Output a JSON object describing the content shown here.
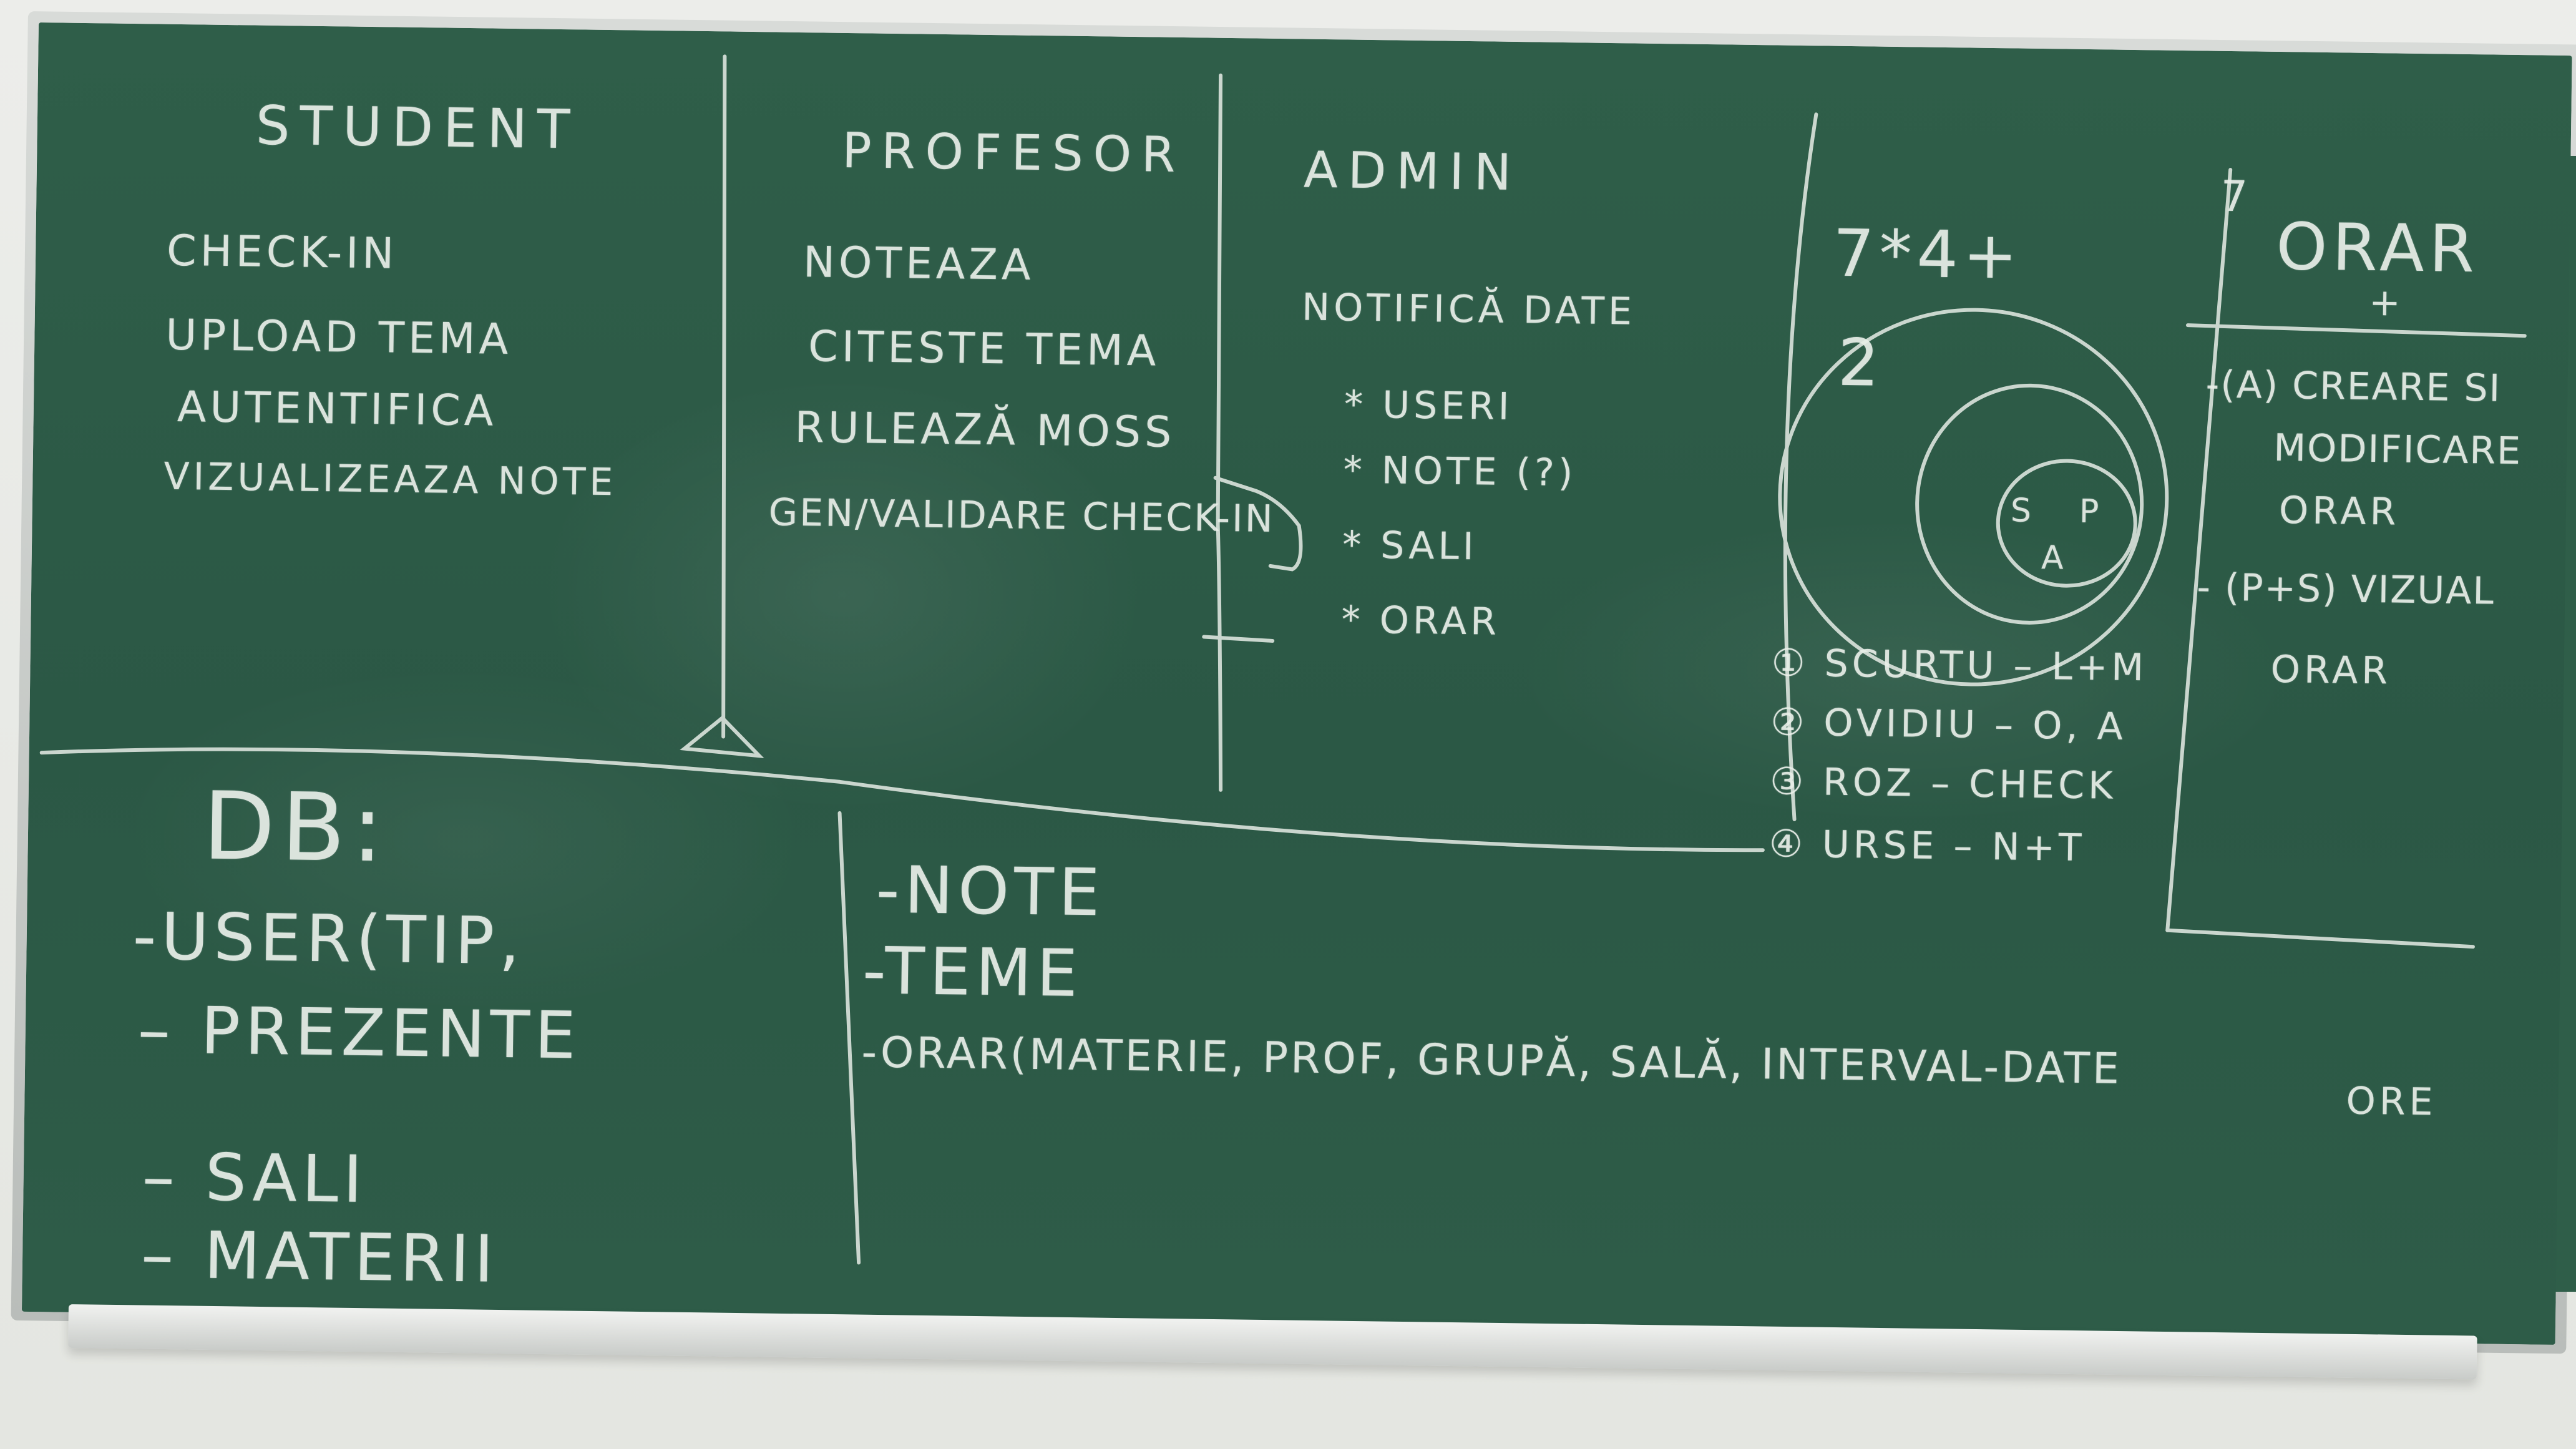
{
  "board": {
    "columns": {
      "student": {
        "header": "STUDENT",
        "items": [
          "CHECK-IN",
          "UPLOAD TEMA",
          "AUTENTIFICA",
          "VIZUALIZEAZA NOTE"
        ]
      },
      "profesor": {
        "header": "PROFESOR",
        "items": [
          "NOTEAZA",
          "CITESTE TEMA",
          "RULEAZĂ MOSS",
          "GEN/VALIDARE CHECK-IN"
        ]
      },
      "admin": {
        "header": "ADMIN",
        "title": "NOTIFICĂ DATE",
        "items": [
          "* USERI",
          "* NOTE (?)",
          "* SALI",
          "* ORAR"
        ]
      },
      "estimate": {
        "formula": "7*4+",
        "value": "2",
        "circle_letters": [
          "S",
          "P",
          "A"
        ],
        "team": [
          "① SCURTU – L+M",
          "② OVIDIU – O, A",
          "③ ROZ – CHECK",
          "④ URSE – N+T"
        ]
      },
      "orar": {
        "number": "7",
        "header": "ORAR",
        "plus": "+",
        "items": [
          "-(A) CREARE SI",
          "MODIFICARE",
          "ORAR",
          "- (P+S) VIZUAL",
          "ORAR"
        ]
      }
    },
    "db": {
      "title": "DB:",
      "left_items": [
        "-USER(TIP,",
        "– PREZENTE",
        "– SALI",
        "– MATERII"
      ],
      "right_items": [
        "-NOTE",
        "-TEME",
        "-ORAR(MATERIE, PROF, GRUPĂ, SALĂ, INTERVAL-DATE"
      ],
      "ore": "ORE"
    }
  }
}
